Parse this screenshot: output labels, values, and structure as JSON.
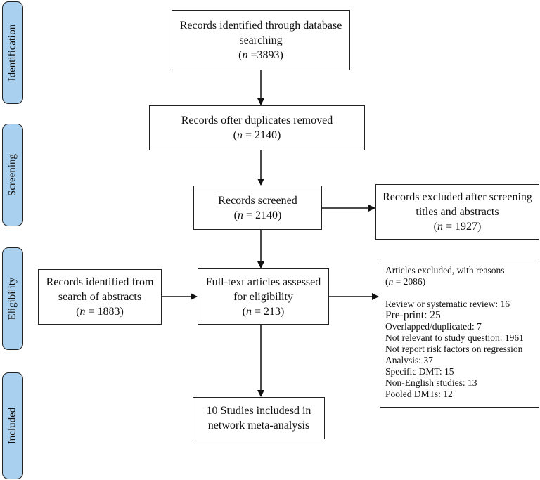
{
  "phases": [
    {
      "id": "identification",
      "label": "Identification"
    },
    {
      "id": "screening",
      "label": "Screening"
    },
    {
      "id": "eligibility",
      "label": "Eligibility"
    },
    {
      "id": "included",
      "label": "Included"
    }
  ],
  "boxes": {
    "identified": {
      "lines": [
        "Records identified through database",
        "searching"
      ],
      "count_prefix": "(",
      "n": "n",
      "count": " =3893)"
    },
    "after_duplicates": {
      "lines": [
        "Records ofter duplicates removed"
      ],
      "count_prefix": "(",
      "n": "n",
      "count": " = 2140)"
    },
    "screened": {
      "lines": [
        "Records screened"
      ],
      "count_prefix": "(",
      "n": "n",
      "count": " = 2140)"
    },
    "excluded_screening": {
      "lines": [
        "Records excluded after screening",
        "titles and abstracts"
      ],
      "count_prefix": "(",
      "n": "n",
      "count": " = 1927)"
    },
    "abstract_search": {
      "lines": [
        "Records identified from",
        "search of abstracts"
      ],
      "count_prefix": "(",
      "n": "n",
      "count": " = 1883)"
    },
    "fulltext": {
      "lines": [
        "Full-text articles assessed",
        "for eligibility"
      ],
      "count_prefix": "(",
      "n": "n",
      "count": " = 213)"
    },
    "included": {
      "lines": [
        "10 Studies includesd in",
        "network meta-analysis"
      ]
    }
  },
  "reasons": {
    "header": "Articles excluded, with reasons",
    "count_prefix": "(",
    "n": "n",
    "count": " = 2086)",
    "items": [
      "Review or systematic review: 16",
      "Pre-print: 25",
      "Overlapped/duplicated: 7",
      "Not relevant to study question: 1961",
      "Not report risk factors on regression",
      "Analysis: 37",
      "Specific DMT: 15",
      "Non-English studies: 13",
      "Pooled DMTs: 12"
    ]
  }
}
